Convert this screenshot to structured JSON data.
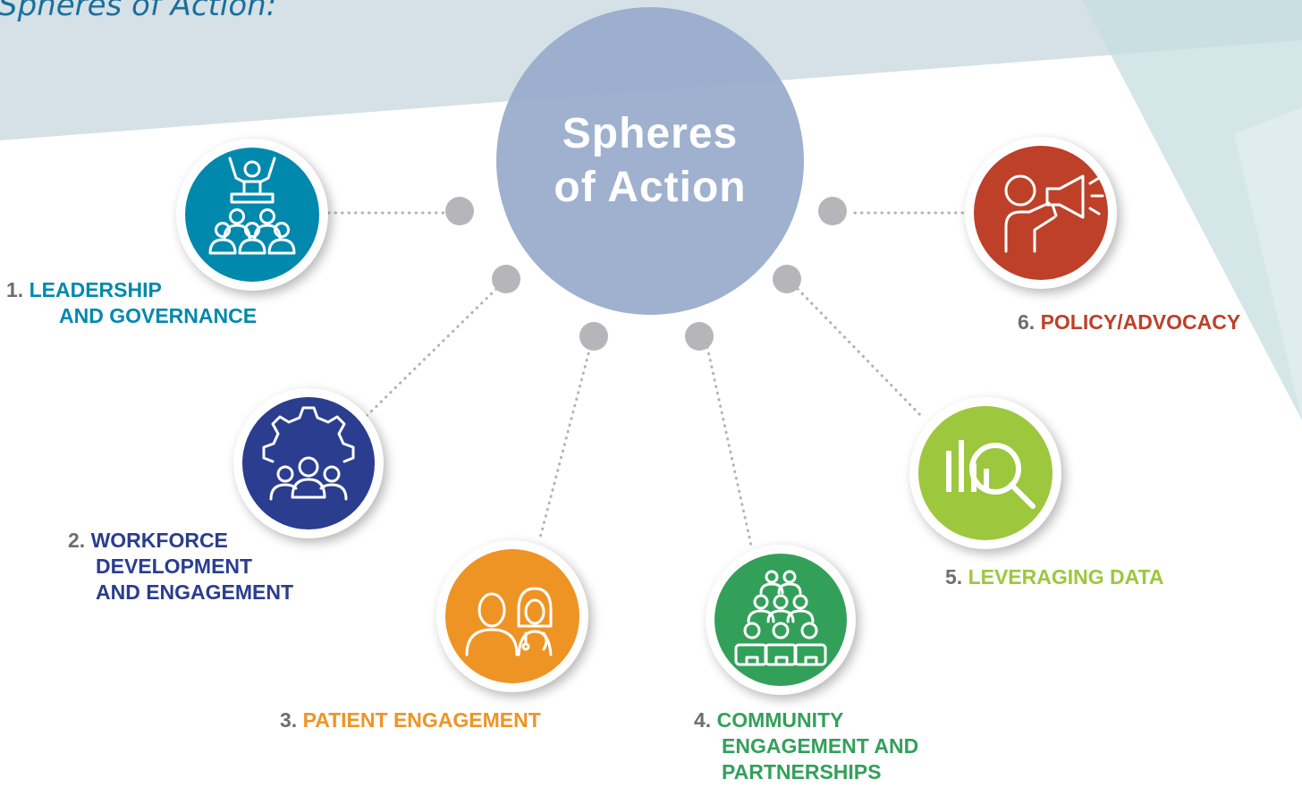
{
  "page": {
    "title": "Spheres of Action:"
  },
  "center": {
    "line1": "Spheres",
    "line2": "of Action"
  },
  "colors": {
    "leadership": "#0189ad",
    "workforce": "#2a3d8f",
    "patient": "#ee9425",
    "community": "#33a05a",
    "data": "#9dc73d",
    "policy": "#be4029",
    "center": "#98abcb",
    "number": "#6e6e6e"
  },
  "spheres": [
    {
      "id": "leadership",
      "number": "1.",
      "lines": [
        "LEADERSHIP",
        "AND GOVERNANCE"
      ],
      "icon": "leader-with-group-icon"
    },
    {
      "id": "workforce",
      "number": "2.",
      "lines": [
        "WORKFORCE",
        "DEVELOPMENT",
        "AND ENGAGEMENT"
      ],
      "icon": "team-gear-icon"
    },
    {
      "id": "patient",
      "number": "3.",
      "lines": [
        "PATIENT ENGAGEMENT"
      ],
      "icon": "patient-and-doctor-icon"
    },
    {
      "id": "community",
      "number": "4.",
      "lines": [
        "COMMUNITY",
        "ENGAGEMENT AND",
        "PARTNERSHIPS"
      ],
      "icon": "community-crowd-icon"
    },
    {
      "id": "data",
      "number": "5.",
      "lines": [
        "LEVERAGING DATA"
      ],
      "icon": "chart-magnifier-icon"
    },
    {
      "id": "policy",
      "number": "6.",
      "lines": [
        "POLICY/ADVOCACY"
      ],
      "icon": "megaphone-person-icon"
    }
  ]
}
